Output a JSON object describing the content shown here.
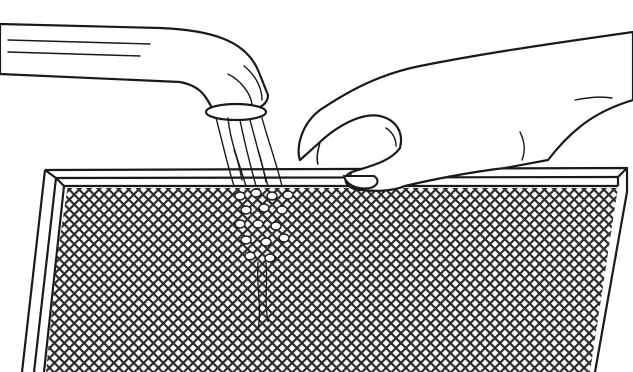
{
  "colors": {
    "background": "#ffffff",
    "ink": "#1a1a1a",
    "mesh": "#2b2b2b"
  },
  "illustration": {
    "subject": "filter-rinse",
    "elements": [
      "faucet",
      "water-stream",
      "hand",
      "filter-frame",
      "filter-mesh"
    ]
  }
}
